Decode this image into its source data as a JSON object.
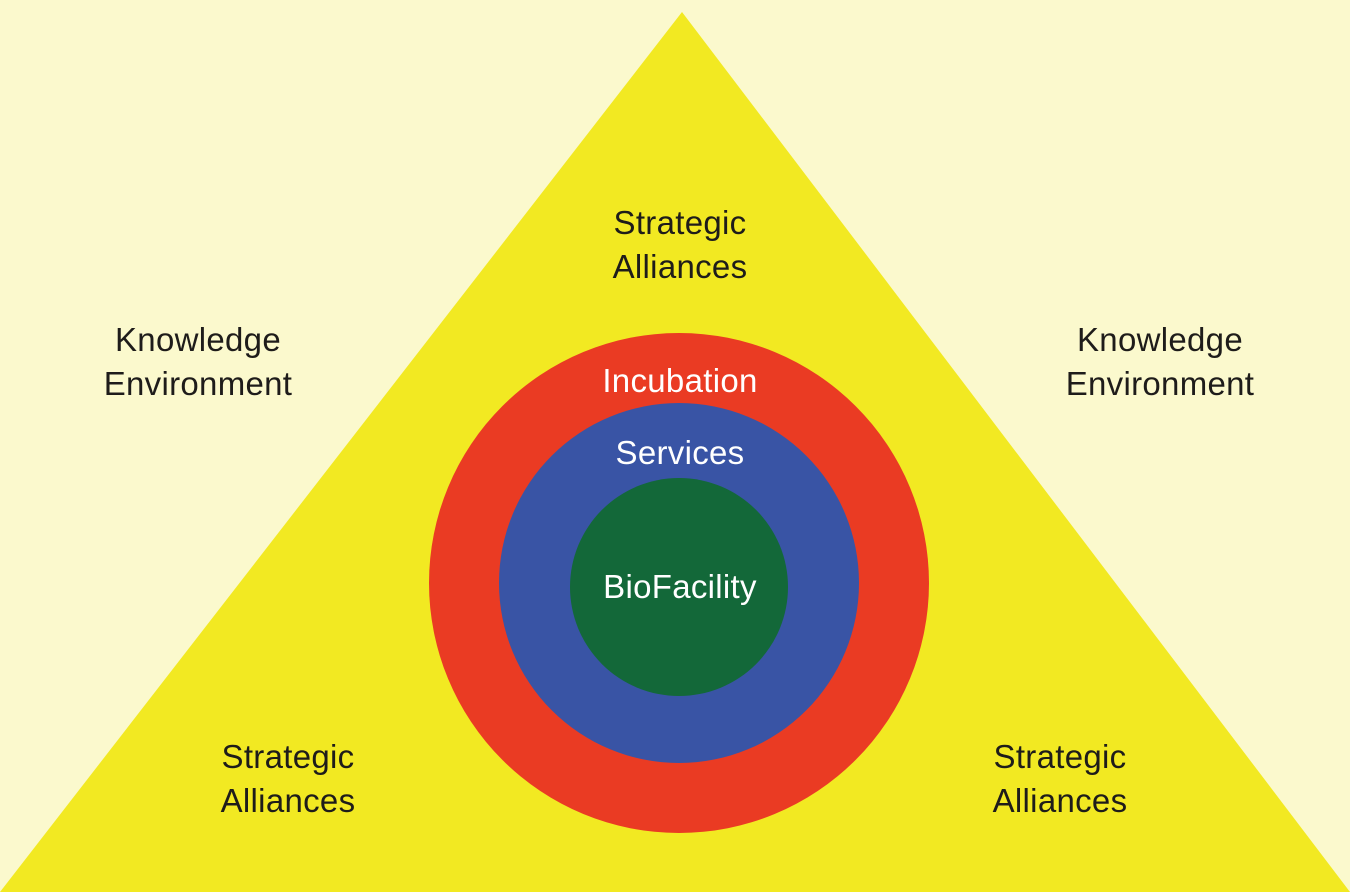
{
  "diagram": {
    "colors": {
      "background": "#fbf9cd",
      "triangle": "#f2e922",
      "incubation_ring": "#ea3b23",
      "services_ring": "#3954a5",
      "core": "#136839",
      "text_dark": "#1e1c1a",
      "text_light": "#ffffff"
    },
    "triangle_labels": {
      "top": [
        "Strategic",
        "Alliances"
      ],
      "bottom_left": [
        "Strategic",
        "Alliances"
      ],
      "bottom_right": [
        "Strategic",
        "Alliances"
      ]
    },
    "outside_labels": {
      "left": [
        "Knowledge",
        "Environment"
      ],
      "right": [
        "Knowledge",
        "Environment"
      ]
    },
    "rings": {
      "outer": "Incubation",
      "middle": "Services",
      "core": "BioFacility"
    }
  }
}
